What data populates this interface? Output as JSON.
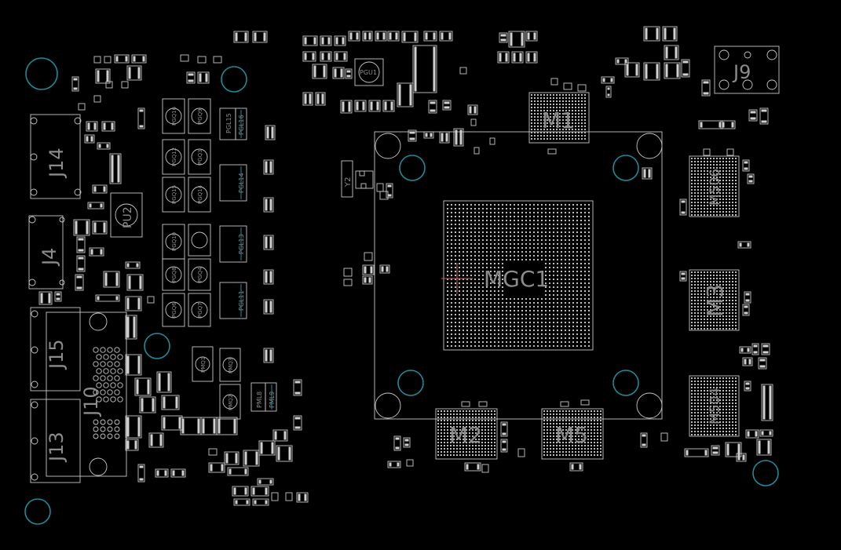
{
  "board": {
    "background": "#000000",
    "outline_color": "#c8c8c8",
    "hole_color": "#1f8a9a",
    "label_color": "#8c8c8c",
    "crosshair_color": "#c0606a"
  },
  "labels": {
    "j14": "J14",
    "j4": "J4",
    "j15": "J15",
    "j10": "J10",
    "j13": "J13",
    "j9": "J9",
    "pu2": "PU2",
    "pgu1": "PGU1",
    "y2": "Y2",
    "m1": "M1",
    "m2": "M2",
    "m3": "M3",
    "m5": "M5",
    "m504": "M504",
    "m506": "M506",
    "mgc1": "MGC1",
    "pgq16": "PGQ16",
    "pgq9": "PGQ9",
    "pgq12": "PGQ12",
    "pgq3": "PGQ3",
    "pgq15": "PGQ15",
    "pgq14": "PGQ14",
    "pgq10": "PGQ10",
    "pgq8": "PGQ8",
    "pgq4": "PGQ4",
    "pgq6": "PGQ6",
    "pgq7": "PGQ7",
    "pgl15": "PGL15",
    "pgl16": "PGL16",
    "pgl14": "PGL14",
    "pgl13": "PGL13",
    "pgl11": "PGL11",
    "pmq1": "PMQ1",
    "pmq2": "PMQ2",
    "pmq3": "PMQ3",
    "pml8": "PML8",
    "pml9": "PML9"
  }
}
